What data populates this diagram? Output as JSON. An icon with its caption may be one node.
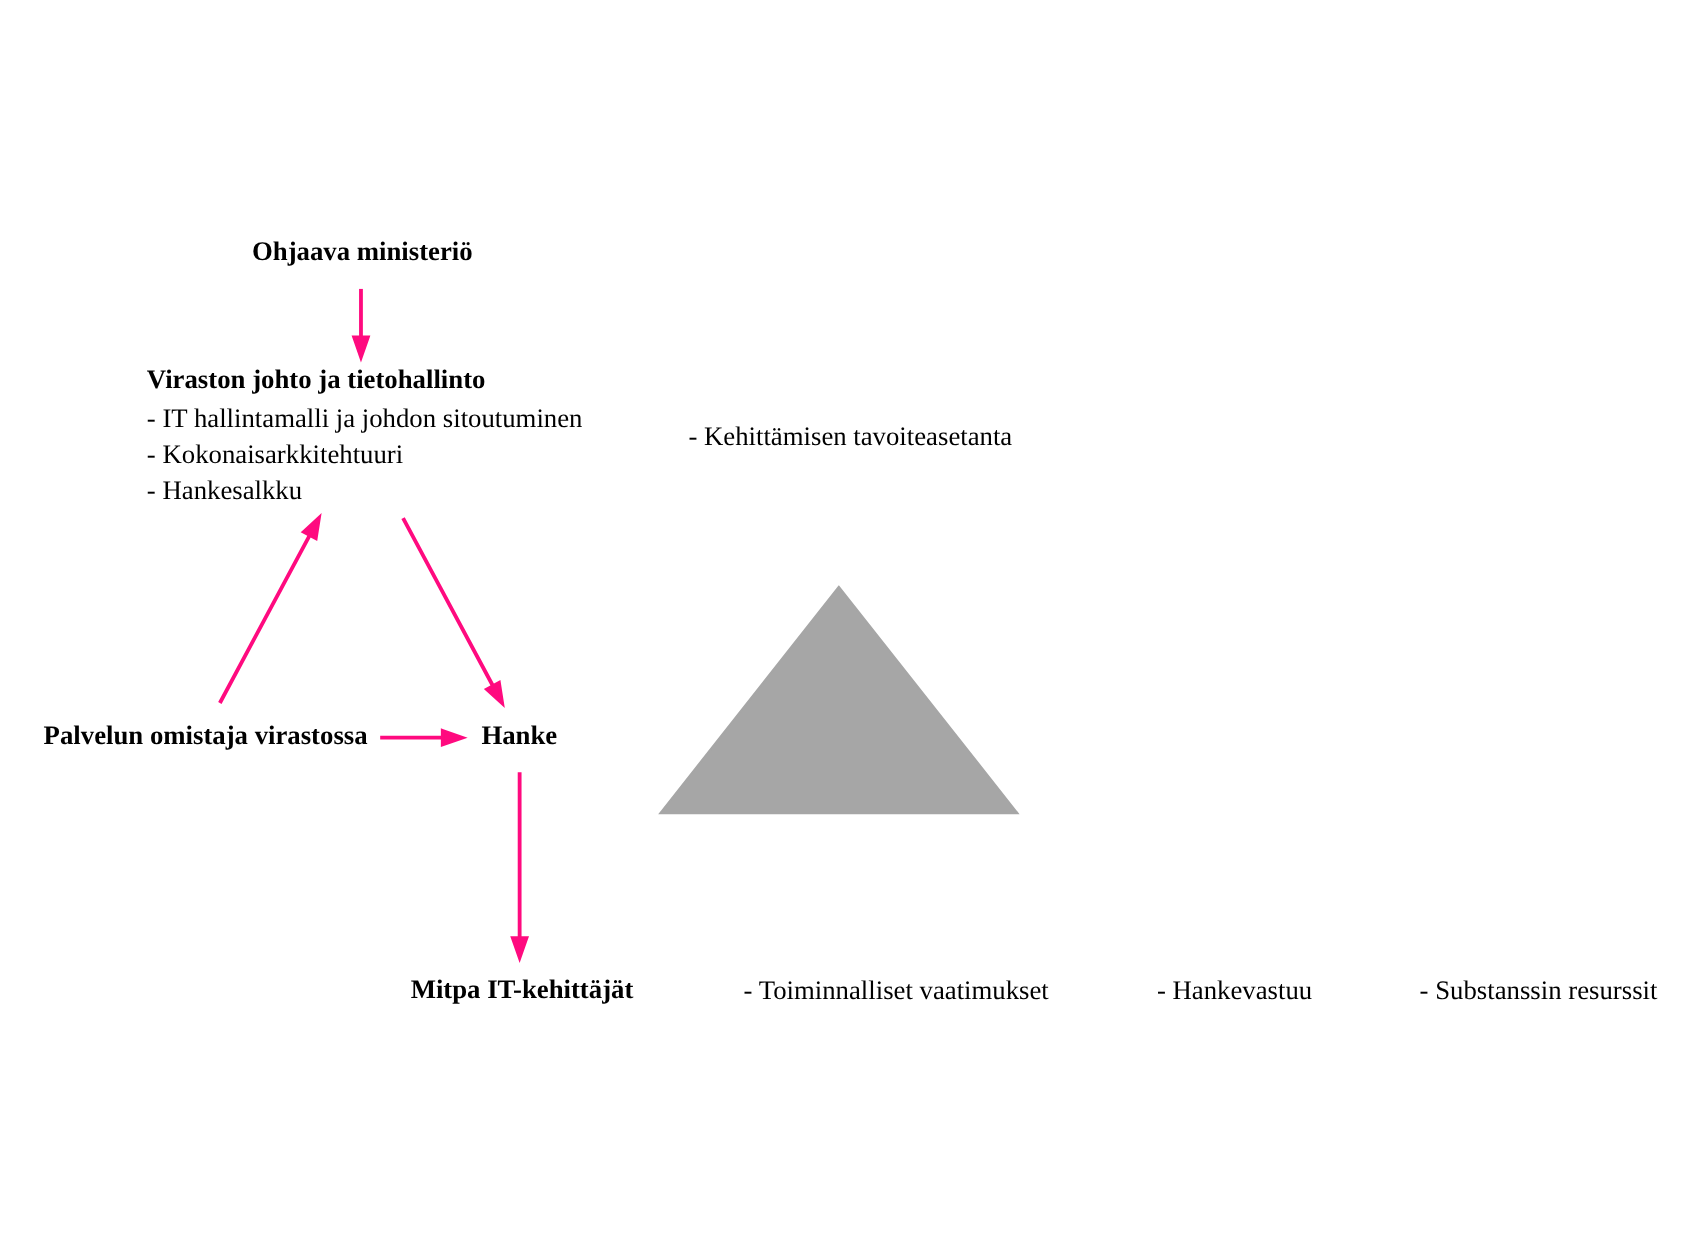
{
  "diagram": {
    "nodes": [
      {
        "text": [
          "Ohjaava ministeriö"
        ]
      },
      {
        "text": [
          "Viraston johto ja tietohallinto",
          "- IT hallintamalli ja johdon sitoutuminen",
          "- Kokonaisarkkitehtuuri",
          "- Hankesalkku"
        ]
      },
      {
        "text": [],
        "shape": "triangle"
      },
      {
        "text": [
          "Palvelun omistaja virastossa"
        ]
      },
      {
        "text": [
          "Hanke"
        ]
      },
      {
        "text": [
          "Mitpa IT-kehittäjät"
        ]
      }
    ],
    "edges": [
      {
        "from": 0,
        "to": 1,
        "arrow": "to"
      },
      {
        "from": 3,
        "to": 1,
        "arrow": "to"
      },
      {
        "from": 1,
        "to": 4,
        "arrow": "to"
      },
      {
        "from": 3,
        "to": 4,
        "arrow": "to"
      },
      {
        "from": 4,
        "to": 5,
        "arrow": "to"
      }
    ],
    "labels": [
      "- Kehittämisen tavoiteasetanta",
      "- Toiminnalliset vaatimukset",
      "- Hankevastuu",
      "- Substanssin resurssit"
    ]
  }
}
